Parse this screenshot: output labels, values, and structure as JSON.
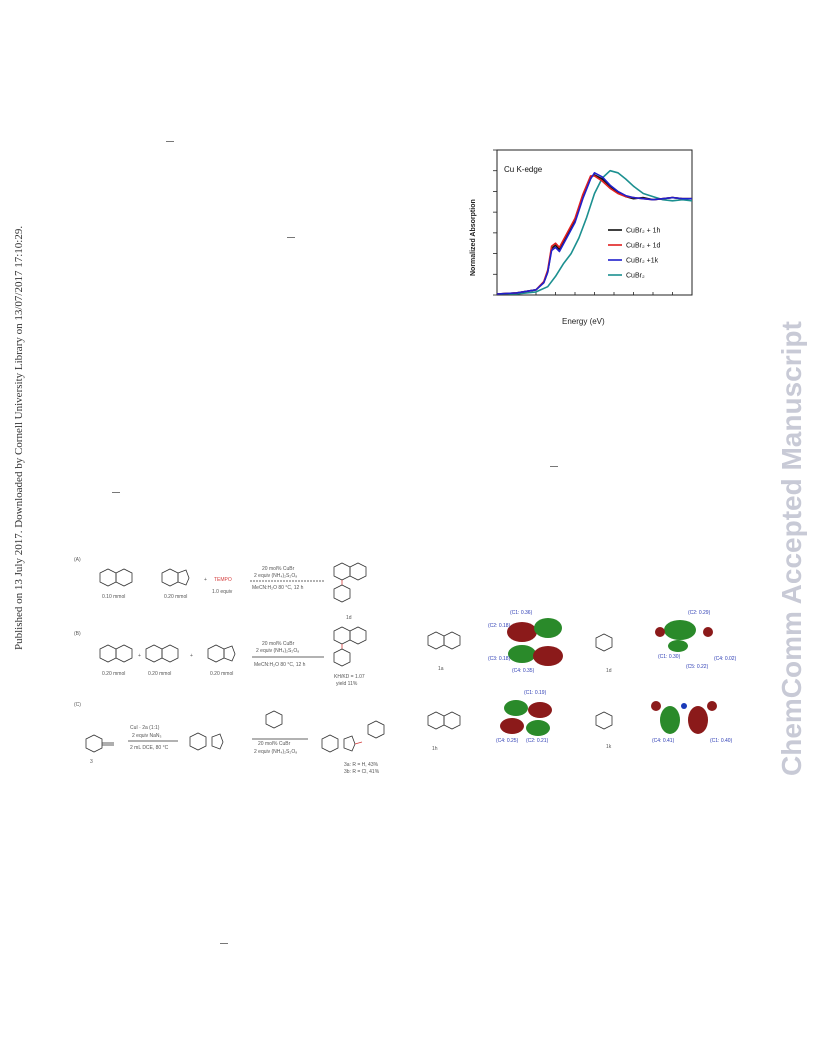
{
  "sidebar": {
    "published_notice": "Published on 13 July 2017. Downloaded by Cornell University Library on 13/07/2017 17:10:29."
  },
  "watermark": {
    "text": "ChemComm Accepted Manuscript",
    "color": "#c8cad6"
  },
  "chart_data": {
    "type": "line",
    "annotation": "Cu K-edge",
    "xlabel": "Energy (eV)",
    "ylabel": "Normalized Absorption",
    "xlim": [
      0,
      100
    ],
    "ylim": [
      0,
      1.4
    ],
    "series": [
      {
        "name": "CuBr₂ + 1h",
        "color": "#111111",
        "x": [
          0,
          10,
          20,
          24,
          26,
          28,
          30,
          32,
          36,
          40,
          44,
          48,
          50,
          54,
          58,
          62,
          66,
          70,
          75,
          80,
          85,
          90,
          95,
          100
        ],
        "y": [
          0.01,
          0.02,
          0.05,
          0.12,
          0.22,
          0.45,
          0.48,
          0.44,
          0.58,
          0.72,
          0.95,
          1.14,
          1.16,
          1.12,
          1.05,
          0.99,
          0.95,
          0.93,
          0.94,
          0.92,
          0.93,
          0.94,
          0.93,
          0.93
        ]
      },
      {
        "name": "CuBr₂ + 1d",
        "color": "#e02020",
        "x": [
          0,
          10,
          20,
          24,
          26,
          28,
          30,
          32,
          36,
          40,
          44,
          48,
          50,
          54,
          58,
          62,
          66,
          70,
          75,
          80,
          85,
          90,
          95,
          100
        ],
        "y": [
          0.01,
          0.02,
          0.05,
          0.13,
          0.24,
          0.47,
          0.5,
          0.46,
          0.6,
          0.74,
          0.97,
          1.15,
          1.15,
          1.1,
          1.03,
          0.98,
          0.95,
          0.94,
          0.93,
          0.92,
          0.93,
          0.94,
          0.93,
          0.93
        ]
      },
      {
        "name": "CuBr₂ +1k",
        "color": "#2020cc",
        "x": [
          0,
          10,
          20,
          24,
          26,
          28,
          30,
          32,
          36,
          40,
          44,
          48,
          50,
          54,
          58,
          62,
          66,
          70,
          75,
          80,
          85,
          90,
          95,
          100
        ],
        "y": [
          0.01,
          0.02,
          0.05,
          0.12,
          0.22,
          0.43,
          0.46,
          0.42,
          0.56,
          0.7,
          0.93,
          1.12,
          1.18,
          1.14,
          1.06,
          1.0,
          0.96,
          0.94,
          0.93,
          0.92,
          0.93,
          0.94,
          0.93,
          0.93
        ]
      },
      {
        "name": "CuBr₂",
        "color": "#1c9090",
        "x": [
          0,
          10,
          20,
          26,
          30,
          34,
          38,
          42,
          46,
          50,
          54,
          58,
          62,
          66,
          70,
          75,
          80,
          85,
          90,
          95,
          100
        ],
        "y": [
          0.01,
          0.01,
          0.03,
          0.08,
          0.18,
          0.3,
          0.4,
          0.55,
          0.75,
          0.98,
          1.13,
          1.2,
          1.18,
          1.12,
          1.05,
          0.98,
          0.95,
          0.92,
          0.91,
          0.92,
          0.91
        ]
      }
    ],
    "legend_position": "lower-right",
    "grid": false
  },
  "scheme": {
    "rows": [
      {
        "tag": "(A)",
        "amounts": [
          "0.10 mmol",
          "0.20 mmol"
        ],
        "reagent": "TEMPO",
        "reagent_amount": "1.0 equiv",
        "cond_top": "20 mol% CuBr",
        "cond_mid": "2 equiv (NH₄)₂S₂O₈",
        "cond_bot": "MeCN:H₂O 80 °C, 12 h",
        "product": "1d"
      },
      {
        "tag": "(B)",
        "amounts": [
          "0.20 mmol",
          "0.20 mmol",
          "0.20 mmol"
        ],
        "cond_top": "20 mol% CuBr",
        "cond_mid": "2 equiv (NH₄)₂S₂O₈",
        "cond_bot": "MeCN:H₂O 80 °C, 12 h",
        "product": "KH/KD = 1.07",
        "yield": "yield 11%"
      },
      {
        "tag": "(C)",
        "cond_top": "CuI · 2a (1:1)",
        "cond_mid": "2 equiv NaN₃",
        "cond_bot": "2 mL DCE, 80 °C",
        "cond2_top": "20 mol% CuBr",
        "cond2_bot": "2 equiv (NH₄)₂S₂O₈",
        "start": "3",
        "products": [
          "3a: R = H, 43%",
          "3b: R = Cl, 41%"
        ]
      }
    ]
  },
  "orbitals": {
    "labels": [
      "1a",
      "1d",
      "1h",
      "1k"
    ],
    "coeffs_1a": [
      "(C1: 0.36)",
      "(C2: 0.18)",
      "(C3: 0.18)",
      "(C4: 0.35)"
    ],
    "coeffs_1d": [
      "(C2: 0.29)",
      "(C1: 0.30)",
      "(C4: 0.02)",
      "(C5: 0.22)"
    ],
    "coeffs_1h": [
      "(C1: 0.19)",
      "(C4: 0.25)",
      "(C2: 0.21)"
    ],
    "coeffs_1k": [
      "(C4: 0.41)",
      "(C1: 0.40)"
    ]
  }
}
